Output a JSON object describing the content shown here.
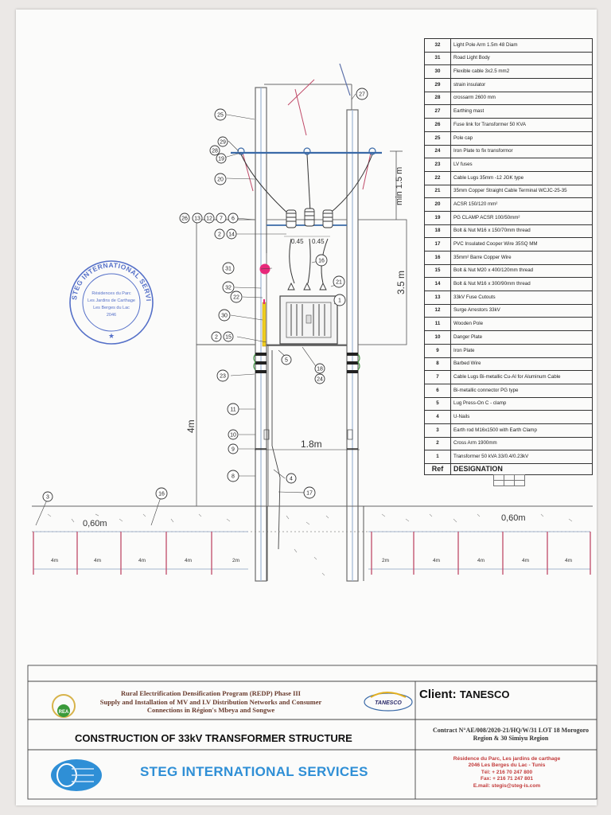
{
  "legend": {
    "header": {
      "ref": "Ref",
      "designation": "DESIGNATION"
    },
    "items": [
      {
        "ref": "32",
        "text": "Light Pole Arm 1.5m 48 Diam"
      },
      {
        "ref": "31",
        "text": "Road Light Body"
      },
      {
        "ref": "30",
        "text": "Flexible cable 3x2.5 mm2"
      },
      {
        "ref": "29",
        "text": "strain insulator"
      },
      {
        "ref": "28",
        "text": "crossarm 2600 mm"
      },
      {
        "ref": "27",
        "text": "Earthing mast"
      },
      {
        "ref": "26",
        "text": "Fuse link for Transformer 50 KVA"
      },
      {
        "ref": "25",
        "text": "Pole cap"
      },
      {
        "ref": "24",
        "text": "Iron Plate to fix transformor"
      },
      {
        "ref": "23",
        "text": "LV fuses"
      },
      {
        "ref": "22",
        "text": "Cable Lugs 35mm -12 JGK type"
      },
      {
        "ref": "21",
        "text": "35mm Copper Straight Cable Terminal WCJC-25-35"
      },
      {
        "ref": "20",
        "text": "ACSR 150/120 mm²"
      },
      {
        "ref": "19",
        "text": "PG CLAMP ACSR 100/50mm²"
      },
      {
        "ref": "18",
        "text": "Bolt & Nut M16 x 150/70mm thread"
      },
      {
        "ref": "17",
        "text": "PVC Insulated Cooper Wire 35SQ MM"
      },
      {
        "ref": "16",
        "text": "35mm² Barre Copper Wire"
      },
      {
        "ref": "15",
        "text": "Bolt & Nut M20 x 400/120mm thread"
      },
      {
        "ref": "14",
        "text": "Bolt & Nut M16 x 300/90mm thread"
      },
      {
        "ref": "13",
        "text": "33kV Fuse Cutouts"
      },
      {
        "ref": "12",
        "text": "Surge Arrestors 33kV"
      },
      {
        "ref": "11",
        "text": "Wooden Pole"
      },
      {
        "ref": "10",
        "text": "Danger Plate"
      },
      {
        "ref": "9",
        "text": "Iron Plate"
      },
      {
        "ref": "8",
        "text": "Barbed Wire"
      },
      {
        "ref": "7",
        "text": "Cable Lugs Bi-metallic Cu-Al for Aluminum Cable"
      },
      {
        "ref": "6",
        "text": "Bi-metallic connector PG type"
      },
      {
        "ref": "5",
        "text": "Lug Press-On C - clamp"
      },
      {
        "ref": "4",
        "text": "U-Nails"
      },
      {
        "ref": "3",
        "text": "Earth rod M16x1500 with Earth Clamp"
      },
      {
        "ref": "2",
        "text": "Cross Arm 1900mm"
      },
      {
        "ref": "1",
        "text": "Transformer 50 kVA 33/0.4/0.23kV"
      }
    ]
  },
  "dimensions": {
    "min_height": "min 1.5 m",
    "pole_height": "3.5 m",
    "ground_height": "4m",
    "pole_spacing": "1.8m",
    "depth_left": "0,60m",
    "depth_right": "0,60m",
    "fuse_left": "0.45",
    "fuse_right": "0.45",
    "fence_segment": "4m",
    "fence_gap": "2m"
  },
  "callouts": {
    "c25": "25",
    "c29": "29",
    "c28": "28",
    "c19": "19",
    "c20": "20",
    "c27": "27",
    "c26": "26",
    "c13": "13",
    "c12": "12",
    "c7": "7",
    "c6": "6",
    "c2a": "2",
    "c14": "14",
    "c16a": "16",
    "c31": "31",
    "c21": "21",
    "c32": "32",
    "c22": "22",
    "c1": "1",
    "c30": "30",
    "c2b": "2",
    "c15": "15",
    "c5": "5",
    "c18": "18",
    "c24": "24",
    "c23": "23",
    "c11": "11",
    "c10": "10",
    "c9": "9",
    "c8": "8",
    "c4": "4",
    "c17": "17",
    "c3": "3",
    "c16b": "16"
  },
  "stamp": {
    "ring_top": "STEG INTERNATIONAL SERVICES",
    "line1": "Résidences du Parc",
    "line2": "Les Jardins de Carthage",
    "line3": "Les Berges du Lac",
    "line4": "2046"
  },
  "title_block": {
    "program_line1": "Rural Electrification Densification Program (REDP) Phase III",
    "program_line2": "Supply and Installation of  MV and LV Distribution Networks and Consumer",
    "program_line3": "Connections in Région's Mbeya and Songwe",
    "rea_logo": "REA",
    "client_label": "Client:",
    "client_name": "TANESCO",
    "tanesco_logo": "TANESCO",
    "drawing_title": "CONSTRUCTION  OF 33kV  TRANSFORMER STRUCTURE",
    "contract_line1": "Contract N°AE/008/2020-21/HQ/W/31 LOT 18 Morogoro",
    "contract_line2": "Region & 30 Simiyu Region",
    "company": "STEG INTERNATIONAL SERVICES",
    "address_line1": "Résidence du Parc, Les jardins de carthage",
    "address_line2": "2046 Les Berges du Lac - Tunis",
    "address_line3": "Tél: + 216 70 247 800",
    "address_line4": "Fax: + 216 71 247 801",
    "address_line5": "E.mail: stegis@steg-is.com"
  },
  "colors": {
    "pole": "#6a6a6a",
    "conductor": "#4a6fa5",
    "earth": "#c04a68",
    "accent": "#2f8fd6",
    "stamp": "#5570c8",
    "highlight": "#e8287a"
  }
}
